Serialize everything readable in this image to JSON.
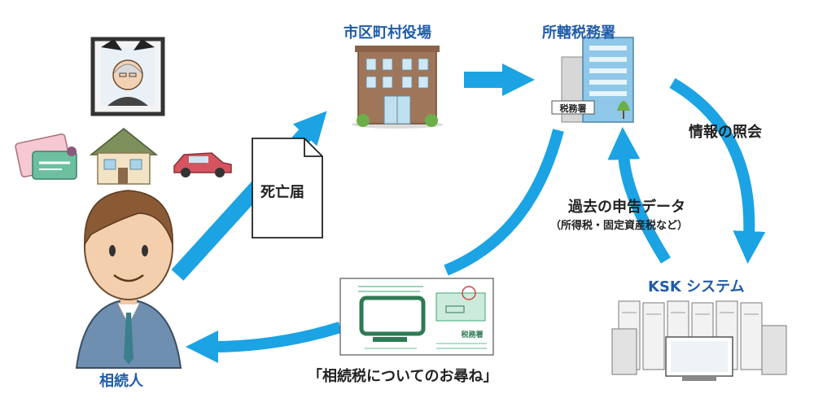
{
  "diagram": {
    "nodes": {
      "municipal_office": "市区町村役場",
      "tax_office": "所轄税務署",
      "ksk_system": "KSK システム",
      "heir": "相続人"
    },
    "flows": {
      "death_notice": "死亡届",
      "info_inquiry": "情報の照会",
      "past_return_data": "過去の申告データ",
      "past_return_data_note": "（所得税・固定資産税など）",
      "inquiry_letter": "「相続税についてのお尋ね」"
    },
    "building_sign": "税務署",
    "envelope_sign": "税務署"
  },
  "colors": {
    "arrow": "#1ba3e4",
    "label_blue": "#1f5ca8",
    "envelope_green": "#3aa873"
  }
}
